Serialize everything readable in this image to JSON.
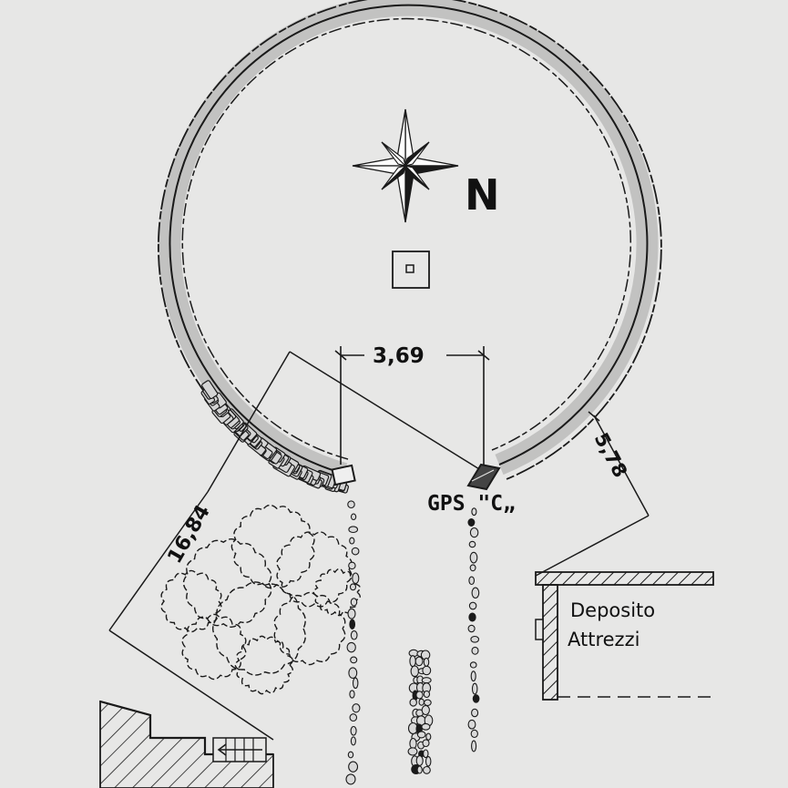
{
  "plan": {
    "north_label": "N",
    "gps_label": "GPS \"C„",
    "measurements": {
      "top": "3,69",
      "left": "16,84",
      "right": "5,78"
    },
    "building_label_line1": "Deposito",
    "building_label_line2": "Attrezzi"
  },
  "colors": {
    "ink": "#1a1a1a",
    "paper": "#e7e7e6",
    "stone_fill": "#d4d4d4"
  },
  "icons": [
    "compass-rose-icon",
    "gps-marker-icon",
    "tree-icon",
    "stair-arrow-icon"
  ]
}
